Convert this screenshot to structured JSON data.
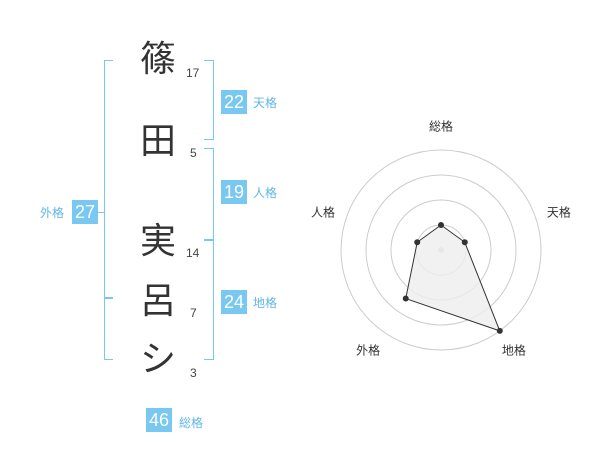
{
  "name": {
    "characters": [
      {
        "char": "篠",
        "strokes": "17"
      },
      {
        "char": "田",
        "strokes": "5"
      },
      {
        "char": "実",
        "strokes": "14"
      },
      {
        "char": "呂",
        "strokes": "7"
      },
      {
        "char": "シ",
        "strokes": "3"
      }
    ]
  },
  "fortune": {
    "tenkaku": {
      "value": "22",
      "label": "天格"
    },
    "jinkaku": {
      "value": "19",
      "label": "人格"
    },
    "chikaku": {
      "value": "24",
      "label": "地格"
    },
    "gaikaku": {
      "value": "27",
      "label": "外格"
    },
    "soukaku": {
      "value": "46",
      "label": "総格"
    }
  },
  "chart_data": {
    "type": "radar",
    "axes": [
      "総格",
      "天格",
      "地格",
      "外格",
      "人格"
    ],
    "values": [
      0.25,
      0.25,
      1.0,
      0.6,
      0.25
    ],
    "rings": 4,
    "colors": {
      "accent": "#79c8f1",
      "grid": "#cccccc",
      "line": "#333333",
      "fill": "#eeeeee"
    }
  }
}
